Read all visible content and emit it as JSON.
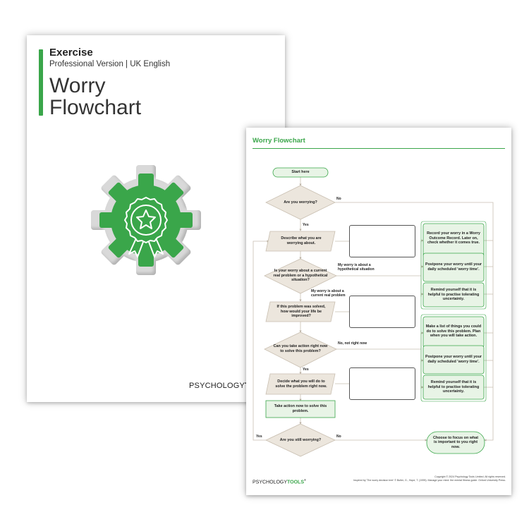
{
  "cover": {
    "label": "Exercise",
    "version": "Professional Version | UK English",
    "title_line1": "Worry",
    "title_line2": "Flowchart",
    "brand_a": "PSYCHOLOGY",
    "brand_b": "TO"
  },
  "sheet": {
    "title": "Worry Flowchart",
    "nodes": {
      "start": "Start here",
      "worrying": "Are you worrying?",
      "describe": "Describe what you are worrying about.",
      "real_problem": "Is your worry about a current real problem or a hypothetical situation?",
      "if_solved": "If this problem was solved, how would your life be improved?",
      "action_now": "Can you take action right now to solve this problem?",
      "decide": "Decide what you will do to solve the problem right now.",
      "take_action": "Take action now to solve this problem.",
      "still_worrying": "Are you still worrying?",
      "record": "Record your worry in a Worry Outcome Record. Later on, check whether it comes true.",
      "postpone1": "Postpone your worry until your daily scheduled 'worry time'.",
      "remind1": "Remind yourself that it is helpful to practise tolerating uncertainty.",
      "list": "Make a list of things you could do to solve this problem. Plan when you will take action.",
      "postpone2": "Postpone your worry until your daily scheduled 'worry time'.",
      "remind2": "Remind yourself that it is helpful to practise tolerating uncertainty.",
      "focus": "Choose to focus on what is important to you right now."
    },
    "labels": {
      "no1": "No",
      "yes1": "Yes",
      "hypothetical": "My worry is about a hypothetical situation",
      "current": "My worry is about a current real problem",
      "not_now": "No, not right now",
      "yes2": "Yes",
      "yes3": "Yes",
      "no3": "No"
    },
    "brand_a": "PSYCHOLOGY",
    "brand_b": "TOOLS",
    "brand_tm": "®",
    "copyright_line1": "Copyright © 2024 Psychology Tools Limited. All rights reserved.",
    "copyright_line2": "Inspired by 'The worry decision tree' © Butler, G., Hope, T. (1995). Manage your mind: the mental fitness guide. Oxford University Press."
  },
  "colors": {
    "accent_green": "#3aa64a",
    "shape_fill": "#ece6dd",
    "shape_stroke": "#c9bfb1",
    "box_fill": "#e8f4e6"
  }
}
